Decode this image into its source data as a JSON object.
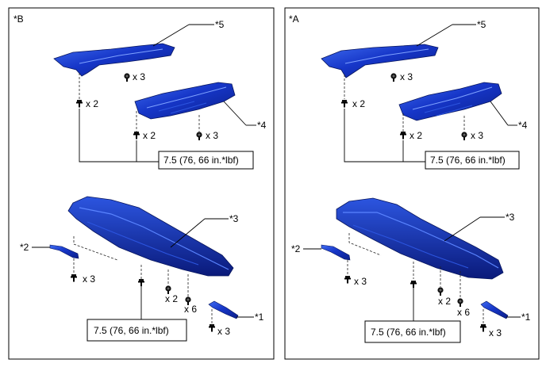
{
  "panels": [
    {
      "id": "B",
      "tag": "*B",
      "callouts": {
        "c1": "*1",
        "c2": "*2",
        "c3": "*3",
        "c4": "*4",
        "c5": "*5"
      },
      "qty": {
        "q5": "x 3",
        "qLeft": "x 2",
        "q4a": "x 2",
        "q4b": "x 3",
        "q2": "x 3",
        "q3a": "x 2",
        "q3b": "x 6",
        "q1": "x 3"
      },
      "torque_top": "7.5 (76, 66 in.*lbf)",
      "torque_bottom": "7.5 (76, 66 in.*lbf)"
    },
    {
      "id": "A",
      "tag": "*A",
      "callouts": {
        "c1": "*1",
        "c2": "*2",
        "c3": "*3",
        "c4": "*4",
        "c5": "*5"
      },
      "qty": {
        "q5": "x 3",
        "qLeft": "x 2",
        "q4a": "x 2",
        "q4b": "x 3",
        "q2": "x 3",
        "q3a": "x 2",
        "q3b": "x 6",
        "q1": "x 3"
      },
      "torque_top": "7.5 (76, 66 in.*lbf)",
      "torque_bottom": "7.5 (76, 66 in.*lbf)"
    }
  ],
  "colors": {
    "part_dark": "#0b1f8a",
    "part_mid": "#1636c8",
    "part_light": "#3f6cf0",
    "part_highlight": "#7fa2ff"
  }
}
